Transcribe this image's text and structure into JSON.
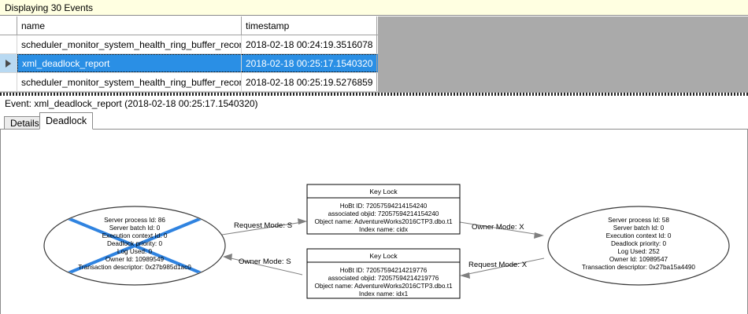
{
  "banner": {
    "text": "Displaying 30 Events"
  },
  "grid": {
    "columns": [
      "name",
      "timestamp"
    ],
    "rows": [
      {
        "selected": false,
        "name": "scheduler_monitor_system_health_ring_buffer_recorded",
        "timestamp": "2018-02-18 00:24:19.3516078"
      },
      {
        "selected": true,
        "name": "xml_deadlock_report",
        "timestamp": "2018-02-18 00:25:17.1540320"
      },
      {
        "selected": false,
        "name": "scheduler_monitor_system_health_ring_buffer_recorded",
        "timestamp": "2018-02-18 00:25:19.5276859"
      }
    ]
  },
  "event_header": {
    "text": "Event: xml_deadlock_report (2018-02-18 00:25:17.1540320)"
  },
  "tabs": [
    {
      "label": "Details",
      "active": false
    },
    {
      "label": "Deadlock",
      "active": true
    }
  ],
  "colors": {
    "banner_bg": "#ffffe1",
    "selection_bg": "#2a8fe5",
    "grid_empty_bg": "#aaaaaa",
    "victim_cross": "#2f83e0",
    "node_stroke": "#3a3a3a",
    "edge_stroke": "#808080"
  },
  "deadlock_graph": {
    "processes": [
      {
        "id": "left-process",
        "victim": true,
        "lines": [
          "Server process Id: 86",
          "Server batch Id: 0",
          "Execution context Id: 0",
          "Deadlock priority: 0",
          "Log Used: 0",
          "Owner Id: 10989549",
          "Transaction descriptor: 0x27b985d1ac0"
        ]
      },
      {
        "id": "right-process",
        "victim": false,
        "lines": [
          "Server process Id: 58",
          "Server batch Id: 0",
          "Execution context Id: 0",
          "Deadlock priority: 0",
          "Log Used: 252",
          "Owner Id: 10989547",
          "Transaction descriptor: 0x27ba15a4490"
        ]
      }
    ],
    "resources": [
      {
        "id": "top-key-lock",
        "title": "Key Lock",
        "lines": [
          "HoBt ID: 72057594214154240",
          "associated objid: 72057594214154240",
          "Object name: AdventureWorks2016CTP3.dbo.t1",
          "Index name: cidx"
        ]
      },
      {
        "id": "bottom-key-lock",
        "title": "Key Lock",
        "lines": [
          "HoBt ID: 72057594214219776",
          "associated objid: 72057594214219776",
          "Object name: AdventureWorks2016CTP3.dbo.t1",
          "Index name: idx1"
        ]
      }
    ],
    "edges": [
      {
        "id": "edge-left-request",
        "label": "Request Mode: S"
      },
      {
        "id": "edge-right-owner",
        "label": "Owner Mode: X"
      },
      {
        "id": "edge-left-owner",
        "label": "Owner Mode: S"
      },
      {
        "id": "edge-right-request",
        "label": "Request Mode: X"
      }
    ]
  }
}
